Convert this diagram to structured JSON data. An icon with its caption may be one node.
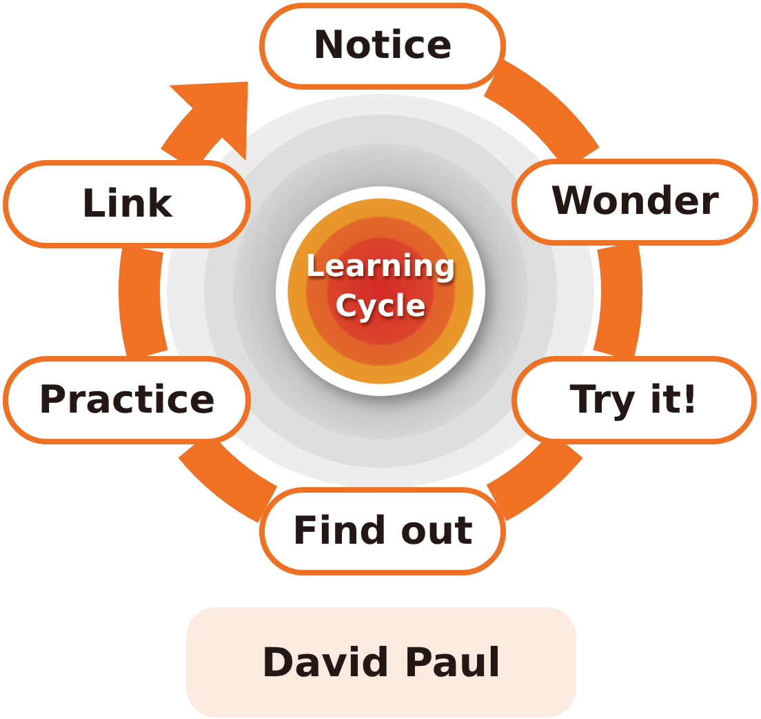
{
  "diagram": {
    "nodes": [
      {
        "text": [
          "Notice"
        ]
      },
      {
        "text": [
          "Wonder"
        ]
      },
      {
        "text": [
          "Try it!"
        ]
      },
      {
        "text": [
          "Find out"
        ]
      },
      {
        "text": [
          "Practice"
        ]
      },
      {
        "text": [
          "Link"
        ]
      },
      {
        "text": [
          "Learning Cycle"
        ]
      },
      {
        "text": [
          "David Paul"
        ]
      }
    ],
    "edges": [
      {
        "from": 0,
        "to": 1,
        "arrow": "none"
      },
      {
        "from": 1,
        "to": 2,
        "arrow": "none"
      },
      {
        "from": 2,
        "to": 3,
        "arrow": "none"
      },
      {
        "from": 3,
        "to": 4,
        "arrow": "none"
      },
      {
        "from": 4,
        "to": 5,
        "arrow": "none"
      },
      {
        "from": 5,
        "to": 0,
        "arrow": "to"
      }
    ]
  }
}
